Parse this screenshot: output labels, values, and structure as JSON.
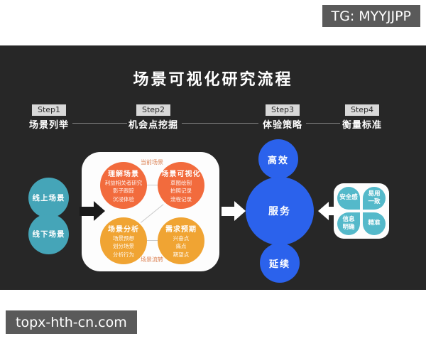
{
  "watermarks": {
    "top": "TG: MYYJJPP",
    "bottom": "topx-hth-cn.com"
  },
  "slide": {
    "title": "场景可视化研究流程",
    "steps": [
      {
        "badge": "Step1",
        "label": "场景列举"
      },
      {
        "badge": "Step2",
        "label": "机会点挖掘"
      },
      {
        "badge": "Step3",
        "label": "体验策略"
      },
      {
        "badge": "Step4",
        "label": "衡量标准"
      }
    ],
    "scene_sources": [
      {
        "label": "线上场景"
      },
      {
        "label": "线下场景"
      }
    ],
    "mining_panel": {
      "top_label": "当前场景",
      "bottom_label": "场景流转",
      "circles": [
        {
          "title": "理解场景",
          "items": [
            "利益相关者研究",
            "影子跟踪",
            "沉浸体验"
          ]
        },
        {
          "title": "场景可视化",
          "items": [
            "草图绘制",
            "拍照记录",
            "流程记录"
          ]
        },
        {
          "title": "场景分析",
          "items": [
            "场景预想",
            "划分场景",
            "分析行为"
          ]
        },
        {
          "title": "需求预期",
          "items": [
            "兴奋点",
            "痛点",
            "期望点"
          ]
        }
      ]
    },
    "strategy_circles": [
      {
        "label": "高效"
      },
      {
        "label": "服务"
      },
      {
        "label": "延续"
      }
    ],
    "metrics": {
      "petals": [
        {
          "line1": "安全感",
          "line2": ""
        },
        {
          "line1": "易用",
          "line2": "一致"
        },
        {
          "line1": "信息",
          "line2": "明确"
        },
        {
          "line1": "精准",
          "line2": ""
        }
      ]
    }
  },
  "colors": {
    "slide_background": "#272727",
    "teal_circle": "#45a5b8",
    "petal_teal": "#54b9ca",
    "orange_red": "#f26b3d",
    "amber": "#f0a433",
    "blue": "#2b62ec",
    "badge_gray": "#d8d8d8",
    "watermark_gray": "#5a5a5a"
  }
}
